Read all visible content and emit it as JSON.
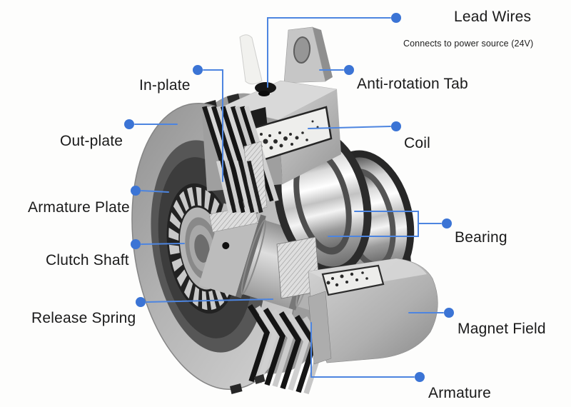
{
  "diagram": {
    "note": "Connects to power source (24V)",
    "labels": {
      "lead_wires": "Lead Wires",
      "anti_rotation_tab": "Anti-rotation Tab",
      "coil": "Coil",
      "bearing": "Bearing",
      "magnet_field": "Magnet Field",
      "armature": "Armature",
      "in_plate": "In-plate",
      "out_plate": "Out-plate",
      "armature_plate": "Armature Plate",
      "clutch_shaft": "Clutch Shaft",
      "release_spring": "Release Spring"
    }
  },
  "colors": {
    "accent": "#3b74d5",
    "leader": "#4d85e0",
    "text": "#1a1a1a",
    "background": "#fdfdfc"
  }
}
